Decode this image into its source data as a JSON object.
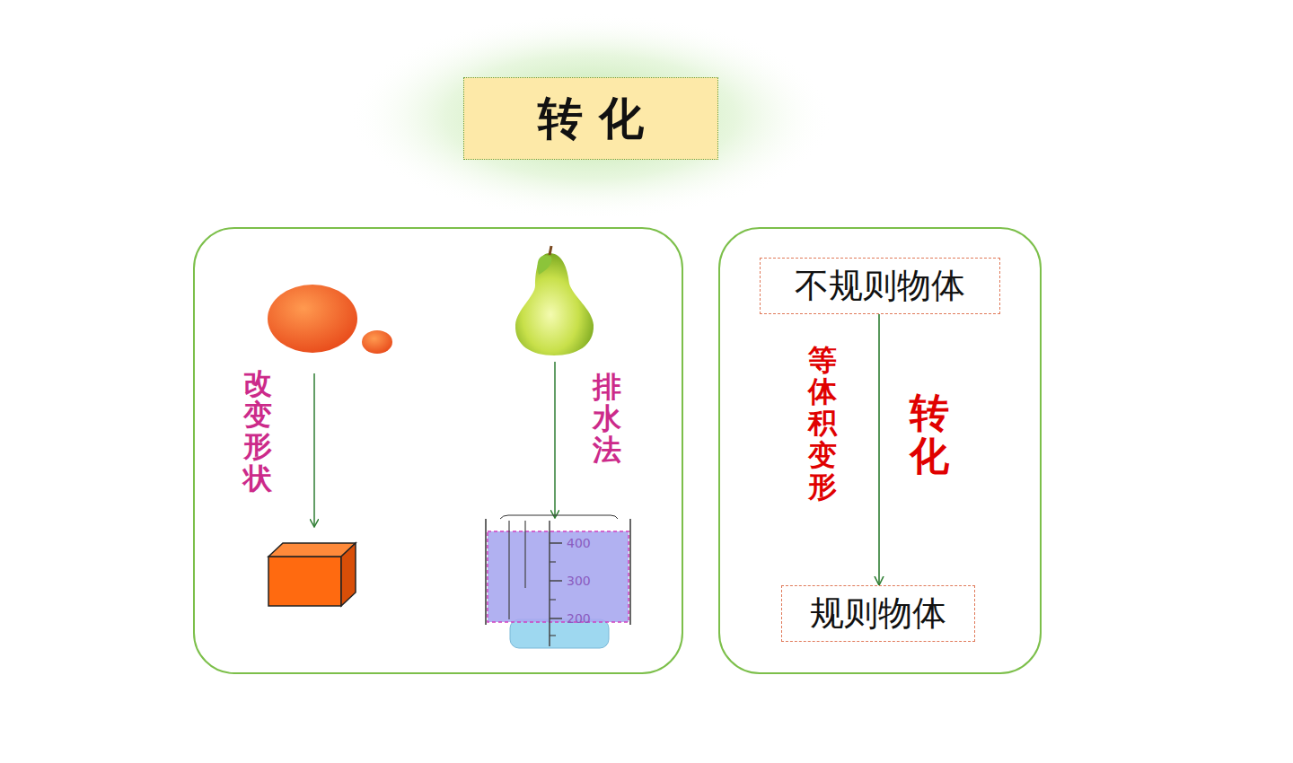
{
  "diagram": {
    "title": "转 化",
    "nodes": [
      {
        "text": [
          "不规则物体"
        ]
      },
      {
        "text": [
          "规则物体"
        ]
      }
    ],
    "edges": [
      {
        "from": 0,
        "to": 1,
        "arrow": "to",
        "label": "等体积变形"
      }
    ],
    "labels": [
      "改变形状",
      "排水法",
      "400",
      "300",
      "200",
      "转化"
    ]
  }
}
